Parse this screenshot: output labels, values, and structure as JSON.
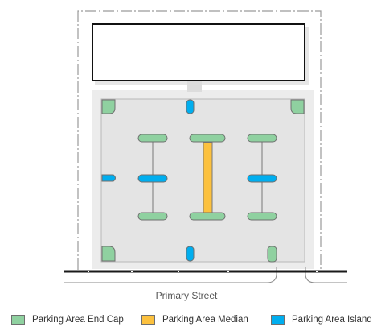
{
  "street": {
    "label": "Primary Street"
  },
  "legend": [
    {
      "label": "Parking Area End Cap",
      "color": "#8fd1a0"
    },
    {
      "label": "Parking Area Median",
      "color": "#fcc13e"
    },
    {
      "label": "Parking Area Island",
      "color": "#00aeef"
    }
  ],
  "colors": {
    "lot": "#e4e4e4",
    "sidewalk": "#ececec",
    "outline": "#5d5d5d",
    "road": "#1a1a1a",
    "building_fill": "#ffffff",
    "building_stroke": "#111111"
  }
}
